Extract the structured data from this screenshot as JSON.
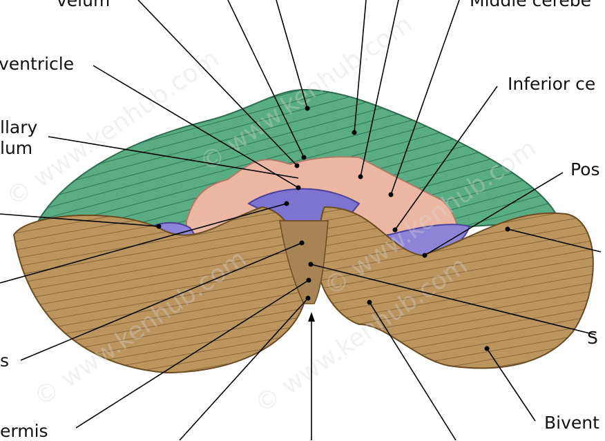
{
  "figure": {
    "watermark": "© www.kenhub.com",
    "colors": {
      "vermis_hemisphere_superior": "#4fa37a",
      "ventricle_floor": "#e9b5a2",
      "velum": "#8b80d6",
      "hemisphere_inferior": "#b8915a",
      "leader_line": "#000000"
    },
    "labels": {
      "velum": "velum",
      "middle_cerebellar": "Middle cerebe",
      "ventricle": "ventricle",
      "inferior_cerebellar": "Inferior ce",
      "medullary_line1": "llary",
      "medullary_line2": "lum",
      "posterior": "Pos",
      "left_bottom": "s",
      "right_middle": "S",
      "vermis": "ermis",
      "biventral": "Bivent"
    }
  }
}
